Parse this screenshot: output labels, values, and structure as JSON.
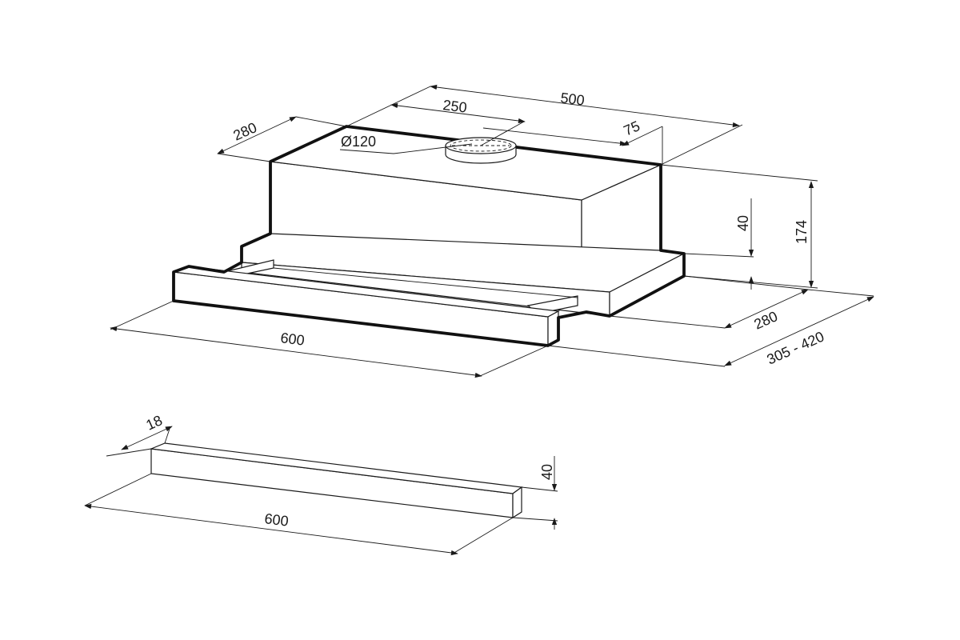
{
  "dimensions": {
    "top_width_500": "500",
    "outlet_offset_250": "250",
    "outlet_edge_75": "75",
    "depth_280_top": "280",
    "outlet_diameter": "Ø120",
    "panel_height_40": "40",
    "total_height_174": "174",
    "depth_280_right": "280",
    "extended_depth_305_420": "305 - 420",
    "front_width_600": "600"
  },
  "panel_dimensions": {
    "thickness_18": "18",
    "height_40": "40",
    "width_600": "600"
  },
  "colors": {
    "line": "#1a1a1a",
    "background": "#ffffff"
  }
}
